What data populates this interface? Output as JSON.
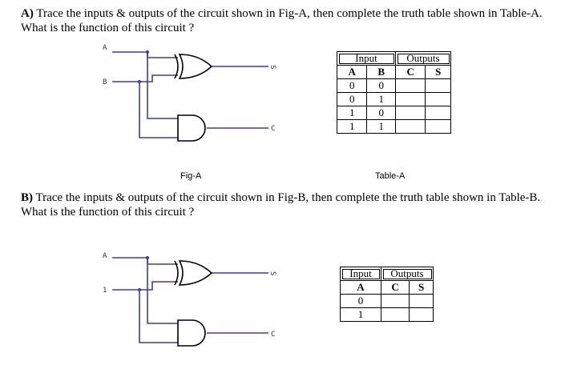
{
  "questionA": {
    "label": "A)",
    "text": "Trace the inputs & outputs of the circuit shown in Fig-A, then complete the truth table shown in Table-A. What is the function of this circuit ?"
  },
  "questionB": {
    "label": "B)",
    "text": "Trace the inputs & outputs of the circuit shown in Fig-B, then complete the truth table shown in Table-B. What is the function of this circuit ?"
  },
  "figA": {
    "caption": "Fig-A",
    "input1": "A",
    "input2": "B",
    "output_xor": "S",
    "output_and": "C"
  },
  "tableA": {
    "caption": "Table-A",
    "group_input": "Input",
    "group_outputs": "Outputs",
    "cols": [
      "A",
      "B",
      "C",
      "S"
    ],
    "rows": [
      [
        "0",
        "0",
        "",
        ""
      ],
      [
        "0",
        "1",
        "",
        ""
      ],
      [
        "1",
        "0",
        "",
        ""
      ],
      [
        "1",
        "1",
        "",
        ""
      ]
    ]
  },
  "figB": {
    "input1": "A",
    "input2": "1",
    "output_xor": "S",
    "output_and": "C"
  },
  "tableB": {
    "group_input": "Input",
    "group_outputs": "Outputs",
    "cols": [
      "A",
      "C",
      "S"
    ],
    "rows": [
      [
        "0",
        "",
        ""
      ],
      [
        "1",
        "",
        ""
      ]
    ]
  },
  "colors": {
    "wire": "#3b3bb3",
    "gate": "#000000"
  }
}
